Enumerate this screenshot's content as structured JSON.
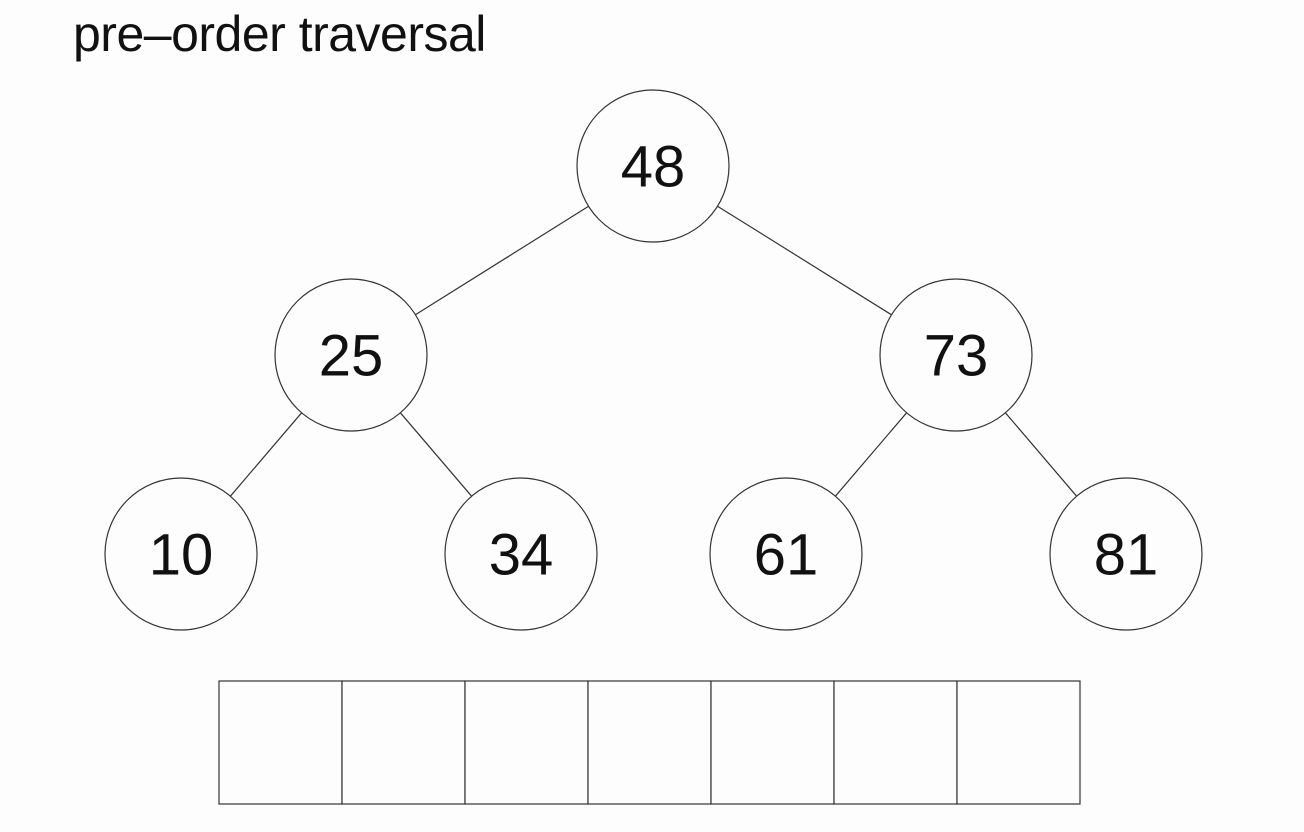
{
  "title": "pre–order traversal",
  "tree": {
    "nodes": [
      {
        "id": "n48",
        "label": "48",
        "parent": null
      },
      {
        "id": "n25",
        "label": "25",
        "parent": "n48"
      },
      {
        "id": "n73",
        "label": "73",
        "parent": "n48"
      },
      {
        "id": "n10",
        "label": "10",
        "parent": "n25"
      },
      {
        "id": "n34",
        "label": "34",
        "parent": "n25"
      },
      {
        "id": "n61",
        "label": "61",
        "parent": "n73"
      },
      {
        "id": "n81",
        "label": "81",
        "parent": "n73"
      }
    ]
  },
  "result_array": {
    "cells": [
      "",
      "",
      "",
      "",
      "",
      "",
      ""
    ]
  }
}
